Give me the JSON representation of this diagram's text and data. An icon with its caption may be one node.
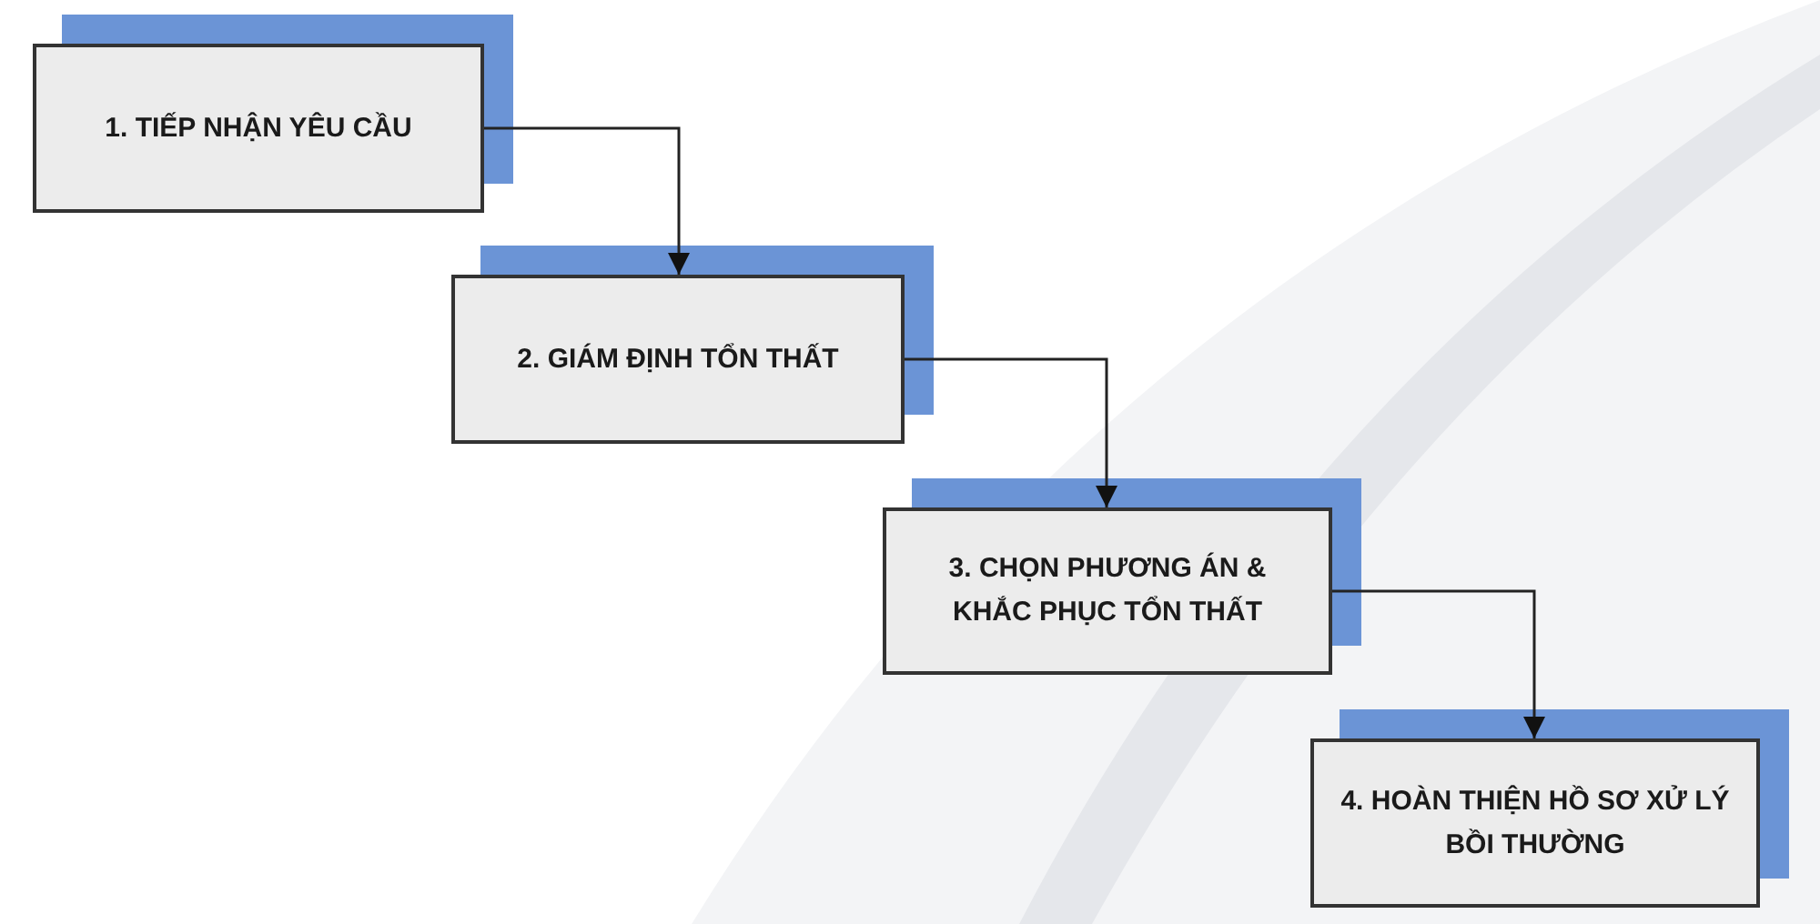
{
  "diagram": {
    "nodes": [
      {
        "text": [
          "1. TIẾP NHẬN YÊU CẦU"
        ]
      },
      {
        "text": [
          "2. GIÁM ĐỊNH TỔN THẤT"
        ]
      },
      {
        "text": [
          "3. CHỌN PHƯƠNG ÁN & KHẮC PHỤC TỔN THẤT"
        ]
      },
      {
        "text": [
          "4. HOÀN THIỆN HỒ SƠ XỬ LÝ BỒI THƯỜNG"
        ]
      }
    ],
    "edges": [
      {
        "from": 0,
        "to": 1,
        "arrow": "to"
      },
      {
        "from": 1,
        "to": 2,
        "arrow": "to"
      },
      {
        "from": 2,
        "to": 3,
        "arrow": "to"
      }
    ]
  }
}
